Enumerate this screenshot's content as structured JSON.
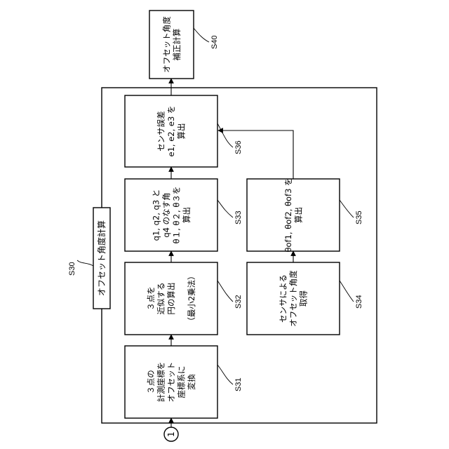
{
  "diagram": {
    "container": {
      "label": "オフセット角度計算",
      "step": "S30"
    },
    "entry": {
      "label": "1"
    },
    "nodes": [
      {
        "id": "S31",
        "step": "S31",
        "lines": [
          "３点の",
          "計測座標を",
          "オフセット",
          "座標系に",
          "変換"
        ]
      },
      {
        "id": "S32",
        "step": "S32",
        "lines": [
          "３点を",
          "近似する",
          "円の算出",
          "",
          "（最小2乗法）"
        ]
      },
      {
        "id": "S33",
        "step": "S33",
        "lines": [
          "q1, q2, q3 と",
          "q4 のなす角",
          "θ１, θ２, θ３を",
          "算出"
        ]
      },
      {
        "id": "S34",
        "step": "S34",
        "lines": [
          "センサによる",
          "オフセット角度",
          "取得"
        ]
      },
      {
        "id": "S35",
        "step": "S35",
        "lines": [
          "θof1, θof2, θof3 を",
          "算出"
        ]
      },
      {
        "id": "S36",
        "step": "S36",
        "lines": [
          "センサ誤差",
          "e1, e2, e3 を",
          "算出"
        ]
      },
      {
        "id": "S40",
        "step": "S40",
        "lines": [
          "オフセット角度",
          "補正計算"
        ]
      }
    ]
  }
}
